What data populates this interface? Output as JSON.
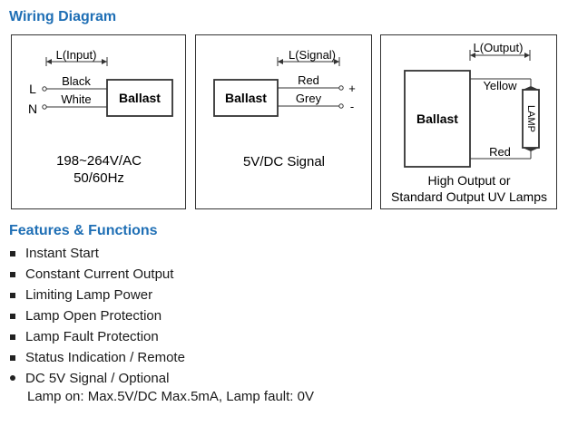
{
  "wiring_title": "Wiring Diagram",
  "panel_input": {
    "dimension_label": "L(Input)",
    "terminal_l": "L",
    "terminal_n": "N",
    "wire_top": "Black",
    "wire_bottom": "White",
    "box_label": "Ballast",
    "spec_line1": "198~264V/AC",
    "spec_line2": "50/60Hz"
  },
  "panel_signal": {
    "dimension_label": "L(Signal)",
    "box_label": "Ballast",
    "wire_top": "Red",
    "wire_bottom": "Grey",
    "plus_sign": "+",
    "minus_sign": "-",
    "caption": "5V/DC Signal"
  },
  "panel_output": {
    "dimension_label": "L(Output)",
    "box_label": "Ballast",
    "wire_top": "Yellow",
    "wire_bottom": "Red",
    "lamp_label": "LAMP",
    "caption_line1": "High Output or",
    "caption_line2": "Standard Output UV Lamps"
  },
  "features_title": "Features & Functions",
  "features": [
    {
      "text": "Instant Start",
      "bullet": "square"
    },
    {
      "text": "Constant Current Output",
      "bullet": "square"
    },
    {
      "text": "Limiting Lamp Power",
      "bullet": "square"
    },
    {
      "text": "Lamp Open Protection",
      "bullet": "square"
    },
    {
      "text": "Lamp Fault Protection",
      "bullet": "square"
    },
    {
      "text": "Status Indication / Remote",
      "bullet": "square"
    },
    {
      "text": "DC 5V Signal / Optional",
      "bullet": "dot"
    }
  ],
  "feature_note": "Lamp on: Max.5V/DC Max.5mA, Lamp fault: 0V",
  "colors": {
    "heading": "#1f6fb5",
    "line": "#333333"
  }
}
